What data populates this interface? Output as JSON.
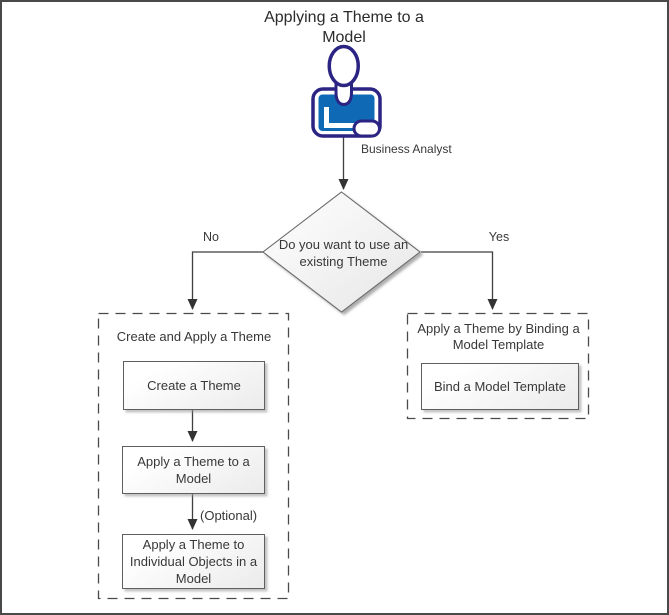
{
  "diagram": {
    "title": "Applying a Theme to a Model",
    "actor": {
      "label": "Business Analyst",
      "icon": "business-analyst-person-icon"
    },
    "decision": {
      "question": "Do you want to use an existing Theme",
      "no_label": "No",
      "yes_label": "Yes"
    },
    "left_group": {
      "title": "Create and Apply a Theme",
      "boxes": [
        {
          "label": "Create a Theme"
        },
        {
          "label": "Apply a Theme to a Model"
        },
        {
          "label": "Apply a Theme to Individual Objects in a Model"
        }
      ],
      "optional_label": "(Optional)"
    },
    "right_group": {
      "title": "Apply a Theme by Binding a Model Template",
      "boxes": [
        {
          "label": "Bind a Model Template"
        }
      ]
    },
    "colors": {
      "person_blue": "#1069B4",
      "person_outline_navy": "#2B2483",
      "connector_line": "#3f3f3f",
      "box_border": "#5f5f5f",
      "dashed_border": "#4a4a4a",
      "text": "#383838"
    }
  }
}
